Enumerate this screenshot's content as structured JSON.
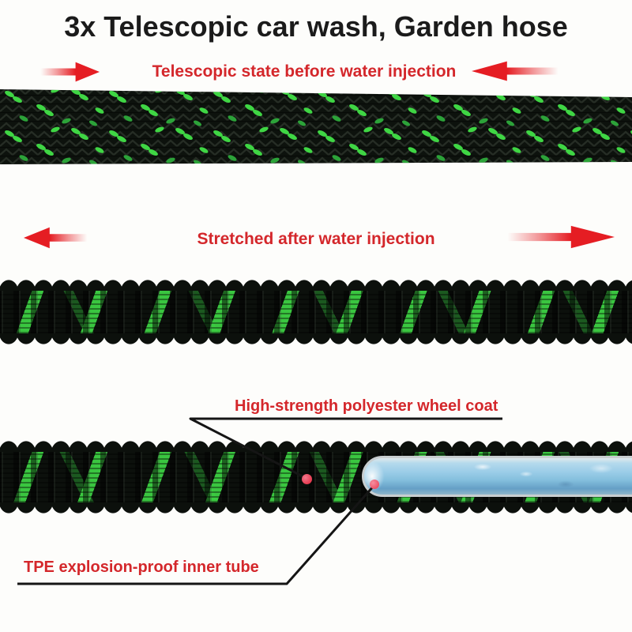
{
  "title": "3x Telescopic car wash, Garden hose",
  "annotations": {
    "before_label": "Telescopic state before water injection",
    "after_label": "Stretched after water injection"
  },
  "callouts": {
    "coat_label": "High-strength polyester wheel coat",
    "tube_label": "TPE explosion-proof inner tube"
  },
  "colors": {
    "label_red": "#d4272b",
    "arrow_red": "#e51d23",
    "title_color": "#1b1b1b",
    "hose_black": "#0c100c",
    "hose_green": "#3ed644",
    "tube_blue": "#9bcde8",
    "marker_red": "#e8394f",
    "background": "#fdfdfb"
  }
}
